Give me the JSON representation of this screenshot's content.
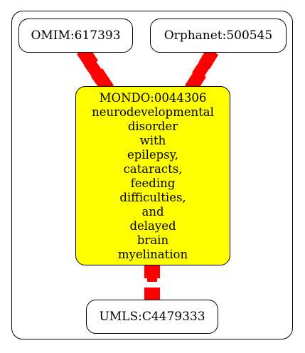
{
  "diagram": {
    "nodes": {
      "omim": {
        "label": "OMIM:617393"
      },
      "orphanet": {
        "label": "Orphanet:500545"
      },
      "umls": {
        "label": "UMLS:C4479333"
      },
      "mondo": {
        "lines": [
          "MONDO:0044306",
          "neurodevelopmental",
          "disorder",
          "with",
          "epilepsy,",
          "cataracts,",
          "feeding",
          "difficulties,",
          "and",
          "delayed",
          "brain",
          "myelination"
        ]
      }
    },
    "edges": [
      {
        "from": "omim",
        "to": "mondo"
      },
      {
        "from": "orphanet",
        "to": "mondo"
      },
      {
        "from": "mondo",
        "to": "umls"
      }
    ],
    "colors": {
      "edge": "#ff0000",
      "highlight_node": "#ffff00",
      "node_border": "#000000",
      "background": "#ffffff"
    }
  }
}
